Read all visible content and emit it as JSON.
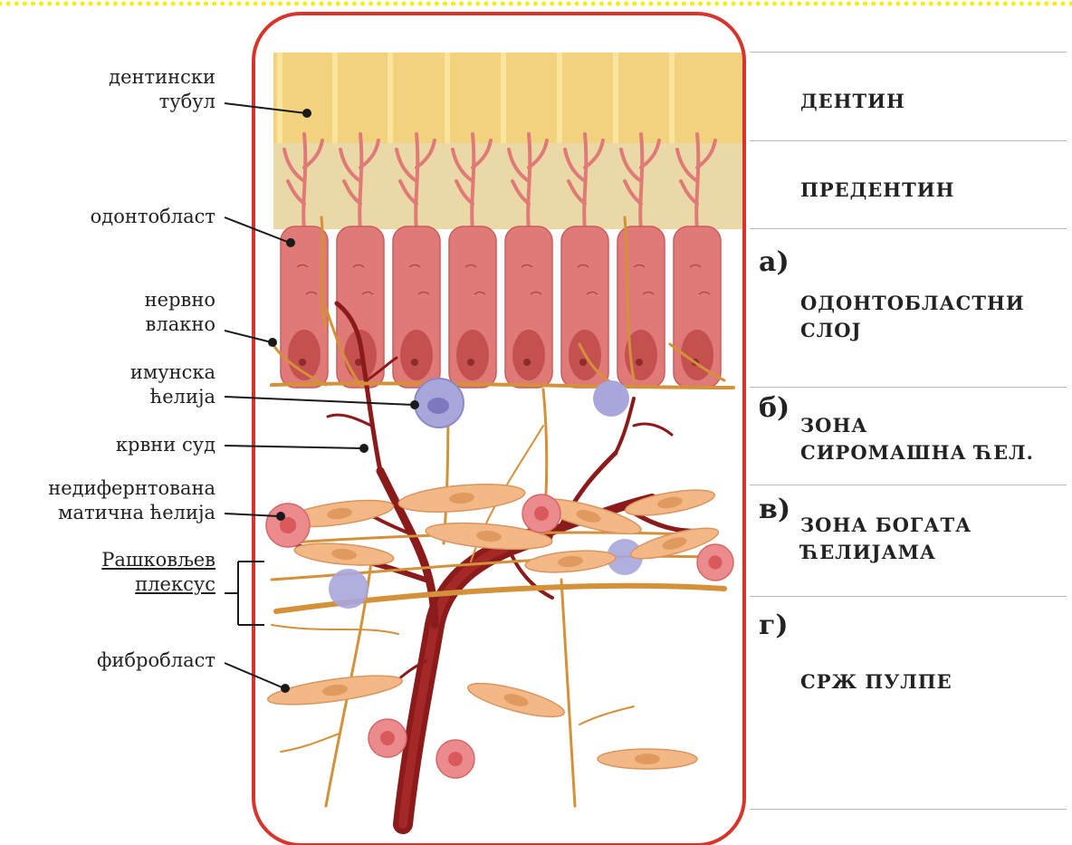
{
  "labels": {
    "dentin_tubule": [
      "дентински",
      "тубул"
    ],
    "odontoblast": [
      "одонтобласт"
    ],
    "nerve_fiber": [
      "нервно",
      "влакно"
    ],
    "immune_cell": [
      "имунска",
      "ћелија"
    ],
    "blood_vessel": [
      "крвни суд"
    ],
    "stem_cell": [
      "недифернтована",
      "матична ћелија"
    ],
    "raschkow_plexus": [
      "Рашковљев",
      "плексус"
    ],
    "fibroblast": [
      "фибробласт"
    ]
  },
  "zones": {
    "dentin": "ДЕНТИН",
    "predentin": "ПРЕДЕНТИН",
    "odontoblast_layer": {
      "letter": "а)",
      "lines": [
        "ОДОНТОБЛАСТНИ",
        "СЛОЈ"
      ]
    },
    "cell_poor_zone": {
      "letter": "б)",
      "lines": [
        "ЗОНА",
        "СИРОМАШНА ЋЕЛ."
      ]
    },
    "cell_rich_zone": {
      "letter": "в)",
      "lines": [
        "ЗОНА БОГАТА",
        "ЋЕЛИЈАМА"
      ]
    },
    "pulp_core": {
      "letter": "г)",
      "lines": [
        "СРЖ ПУЛПЕ"
      ]
    }
  },
  "colors": {
    "frame": "#d9342b",
    "dentin": "#f2d27e",
    "predentin": "#ead9a6",
    "odontoblast": "#e07a78",
    "nucleus": "#c4504f",
    "nerve": "#d4913a",
    "vessel": "#8b1a1a",
    "immune": "#a9a6dc",
    "fibroblast": "#f4b886",
    "stem_cell": "#ec8b8d",
    "top_dots": "#f5ec1c"
  }
}
